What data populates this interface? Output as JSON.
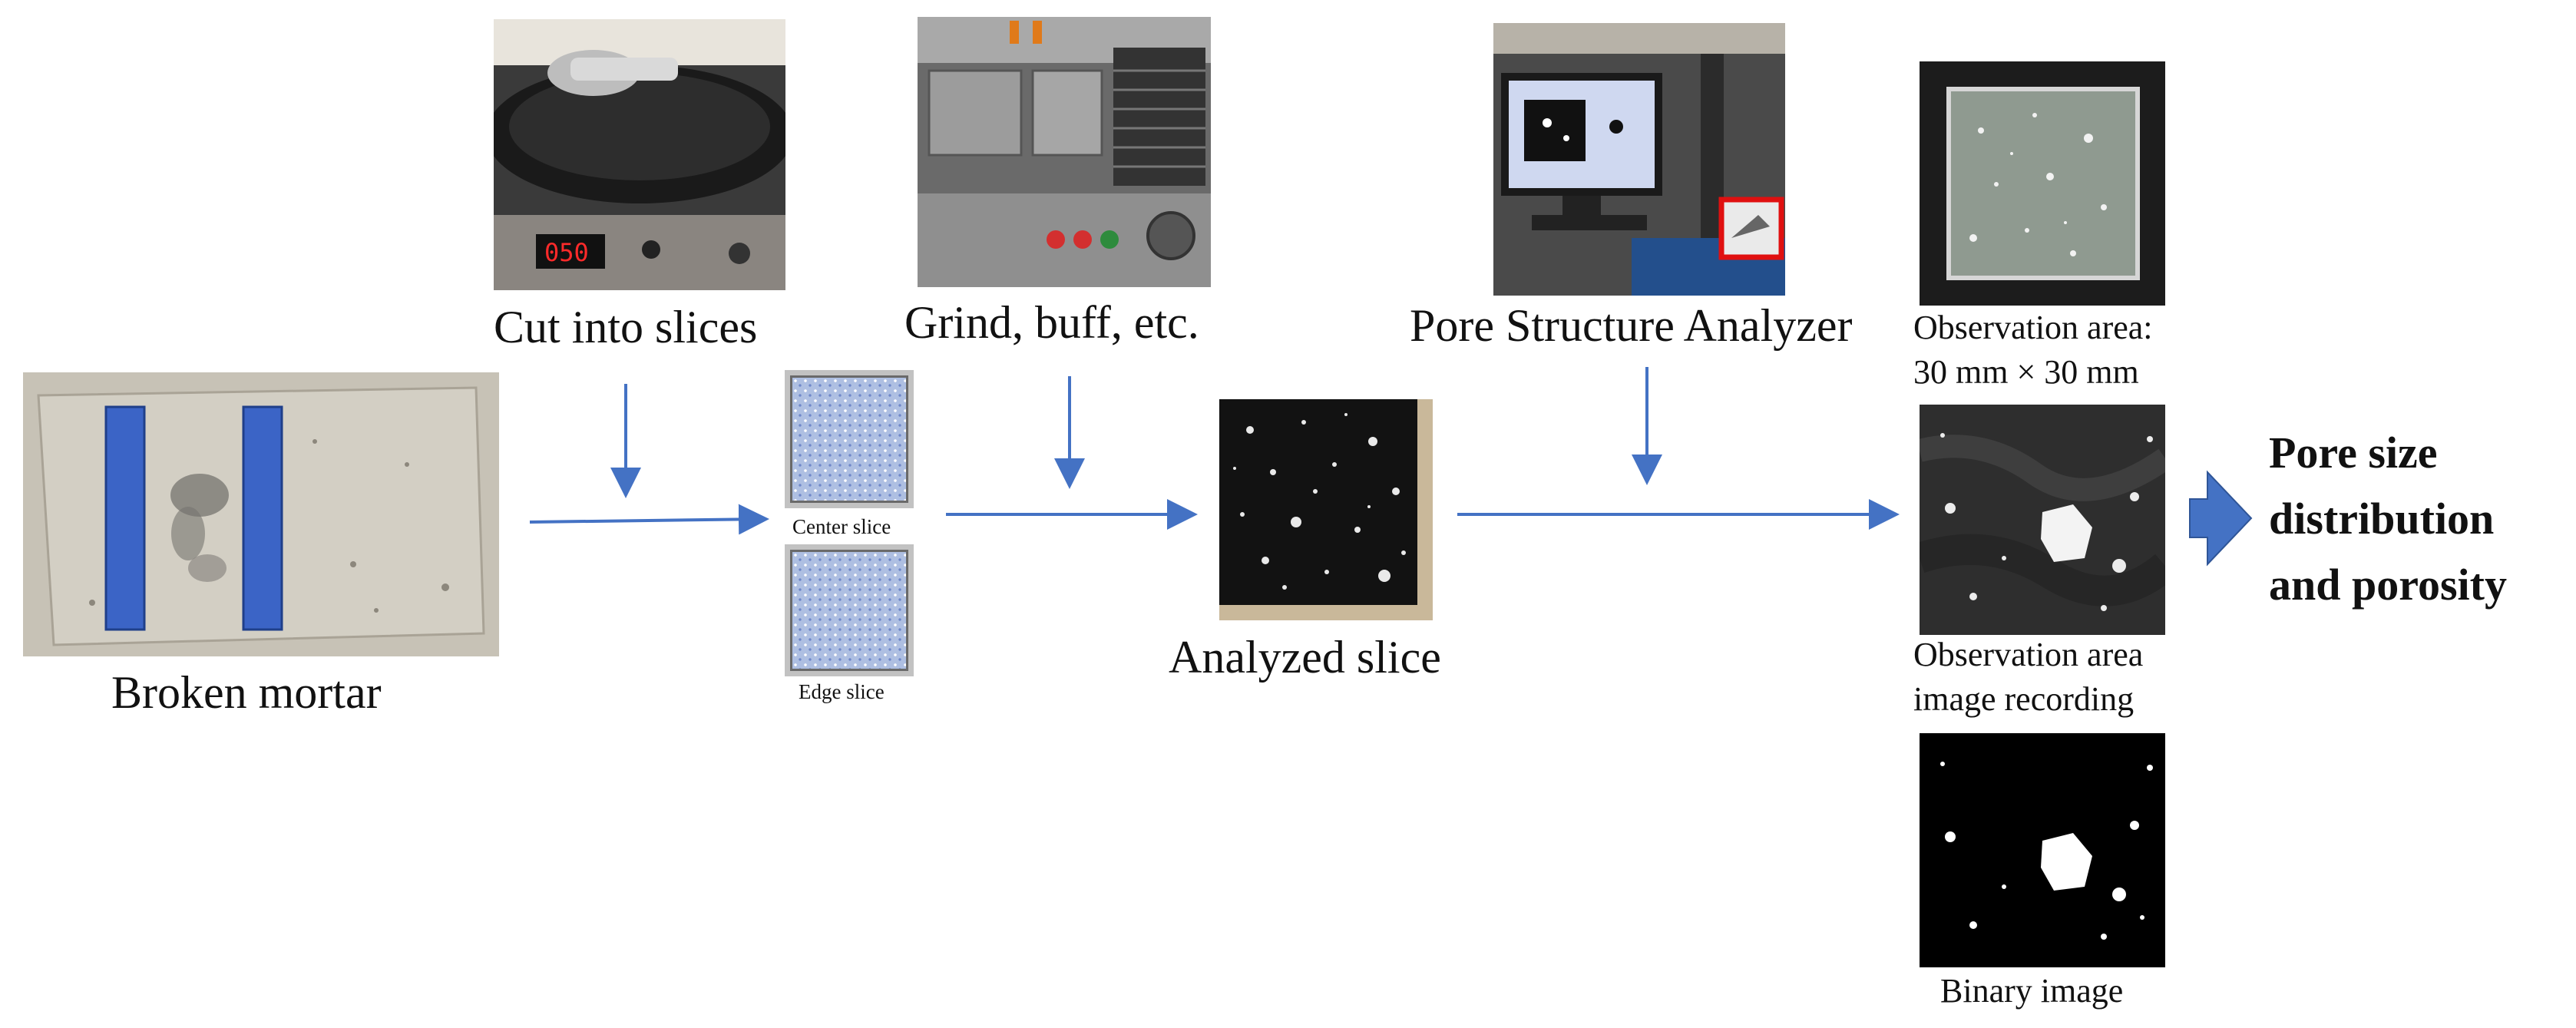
{
  "labels": {
    "broken_mortar": "Broken mortar",
    "cut_into_slices": "Cut into slices",
    "grind_buff": "Grind, buff, etc.",
    "pore_analyzer": "Pore Structure Analyzer",
    "center_slice": "Center slice",
    "edge_slice": "Edge slice",
    "analyzed_slice": "Analyzed slice",
    "obs_area_line1": "Observation area:",
    "obs_area_line2": "30 mm × 30 mm",
    "obs_recording_line1": "Observation area",
    "obs_recording_line2": "image recording",
    "binary_image": "Binary image",
    "result_line1": "Pore size",
    "result_line2": "distribution",
    "result_line3": "and porosity"
  },
  "colors": {
    "arrow": "#4472c4",
    "cut_marker": "#3b64c6",
    "analyzer_highlight": "#e01010"
  },
  "icons": {
    "saw": "cutting-machine-photo",
    "grinder": "grinding-machine-photo",
    "analyzer": "pore-analyzer-photo",
    "result_arrow": "block-arrow-right-icon"
  }
}
